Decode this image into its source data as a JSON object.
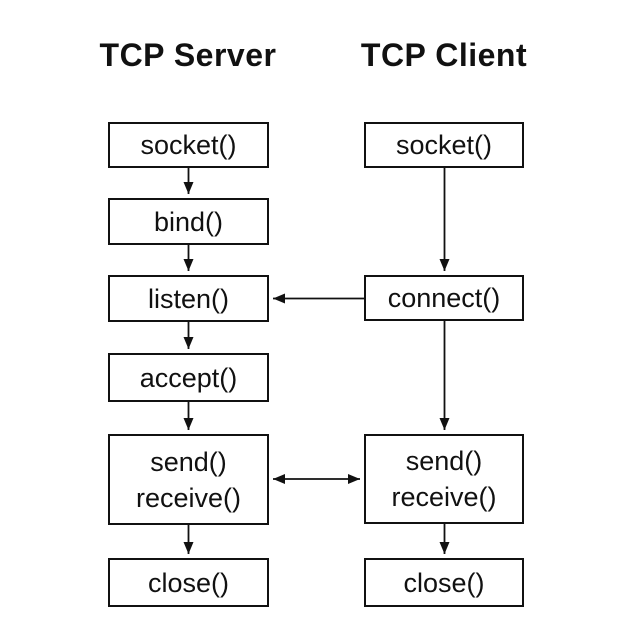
{
  "colors": {
    "ink": "#111111",
    "background": "#ffffff"
  },
  "columns": {
    "server": {
      "title": "TCP Server",
      "nodes": {
        "socket": "socket()",
        "bind": "bind()",
        "listen": "listen()",
        "accept": "accept()",
        "send_line1": "send()",
        "send_line2": "receive()",
        "close": "close()"
      }
    },
    "client": {
      "title": "TCP Client",
      "nodes": {
        "socket": "socket()",
        "connect": "connect()",
        "send_line1": "send()",
        "send_line2": "receive()",
        "close": "close()"
      }
    }
  }
}
